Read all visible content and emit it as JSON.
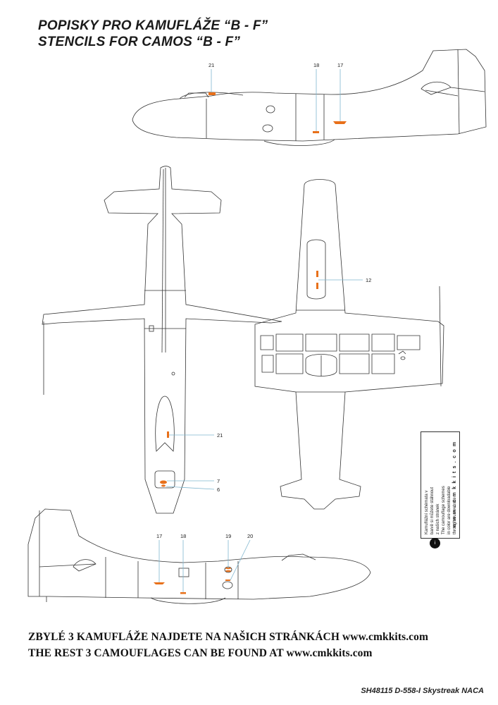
{
  "title": {
    "line1": "POPISKY PRO KAMUFLÁŽE “B - F”",
    "line2": "STENCILS FOR CAMOS “B - F”"
  },
  "callouts": {
    "side_top": [
      "21",
      "18",
      "17"
    ],
    "top_view": [
      "21",
      "7",
      "6"
    ],
    "bottom_view": [
      "12"
    ],
    "side_bottom": [
      "17",
      "18",
      "19",
      "20"
    ]
  },
  "note": {
    "czech": [
      "Kamuflážní schémata v",
      "barvě si můžete stáhnout",
      "z našich stránek"
    ],
    "english": [
      "The camouflage schemes",
      "in color are downloadable",
      "through our website"
    ],
    "url": "w w w . c m k k i t s . c o m"
  },
  "footer": {
    "line_cz": "ZBYLÉ 3 KAMUFLÁŽE NAJDETE NA NAŠICH STRÁNKÁCH www.cmkkits.com",
    "line_en": "THE REST 3 CAMOUFLAGES CAN BE FOUND AT www.cmkkits.com",
    "product": "SH48115 D-558-I Skystreak NACA"
  },
  "colors": {
    "stencil": "#e8701a",
    "leader": "#7fb6cf",
    "outline": "#333333"
  }
}
